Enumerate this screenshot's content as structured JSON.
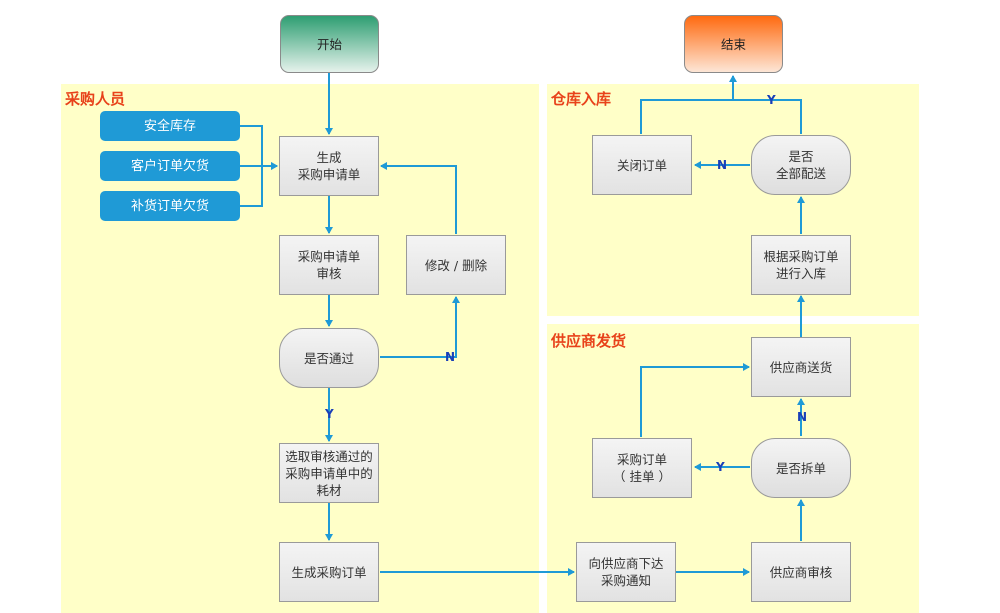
{
  "lanes": {
    "buyer": "采购人员",
    "warehouse": "仓库入库",
    "supplier": "供应商发货"
  },
  "nodes": {
    "start": "开始",
    "end": "结束",
    "safety_stock": "安全库存",
    "customer_backorder": "客户订单欠货",
    "replenish_backorder": "补货订单欠货",
    "gen_request": "生成\n采购申请单",
    "review_request": "采购申请单\n审核",
    "approved": "是否通过",
    "modify_delete": "修改 / 删除",
    "select_materials": "选取审核通过的\n采购申请单中的\n耗材",
    "gen_po": "生成采购订单",
    "notify_supplier": "向供应商下达\n采购通知",
    "supplier_review": "供应商审核",
    "split": "是否拆单",
    "po_pending": "采购订单\n（ 挂单 ）",
    "supplier_ship": "供应商送货",
    "receive": "根据采购订单\n进行入库",
    "all_delivered": "是否\n全部配送",
    "close_order": "关闭订单"
  },
  "edge_labels": {
    "approved_no": "N",
    "approved_yes": "Y",
    "split_yes": "Y",
    "split_no": "N",
    "delivered_no": "N",
    "delivered_yes": "Y"
  },
  "colors": {
    "lane_fill": "#ffffc8",
    "lane_title": "#e8421a",
    "connector": "#1f9ad6",
    "edge_label": "#1a3fb8",
    "source_fill": "#1f9ad6",
    "start_fill": "#2e9e72",
    "end_fill": "#ff6a10"
  }
}
